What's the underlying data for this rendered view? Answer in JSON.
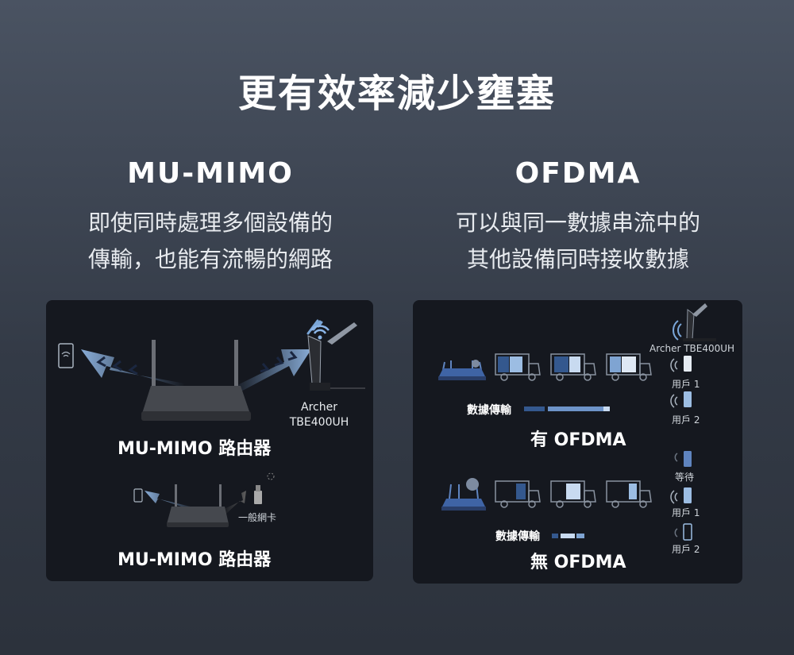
{
  "title": "更有效率減少壅塞",
  "left": {
    "heading": "MU-MIMO",
    "subtitle_line1": "即使同時處理多個設備的",
    "subtitle_line2": "傳輸，也能有流暢的網路",
    "archer_line1": "Archer",
    "archer_line2": "TBE400UH",
    "router_label_top": "MU-MIMO 路由器",
    "generic_card_label": "一般網卡",
    "router_label_bottom": "MU-MIMO 路由器"
  },
  "right": {
    "heading": "OFDMA",
    "subtitle_line1": "可以與同一數據串流中的",
    "subtitle_line2": "其他設備同時接收數據",
    "archer_label": "Archer TBE400UH",
    "with_ofdma": {
      "data_transfer_label": "數據傳輸",
      "label": "有 OFDMA",
      "user1": "用戶 1",
      "user2": "用戶 2"
    },
    "without_ofdma": {
      "waiting": "等待",
      "user1": "用戶 1",
      "user2": "用戶 2",
      "data_transfer_label": "數據傳輸",
      "label": "無 OFDMA"
    }
  },
  "colors": {
    "background_top": "#4a5362",
    "panel": "#15181f",
    "arrow_blue": "#7ea6d6",
    "block_dark": "#34588e",
    "block_light": "#9cbde3",
    "router": "#3c3e43"
  }
}
